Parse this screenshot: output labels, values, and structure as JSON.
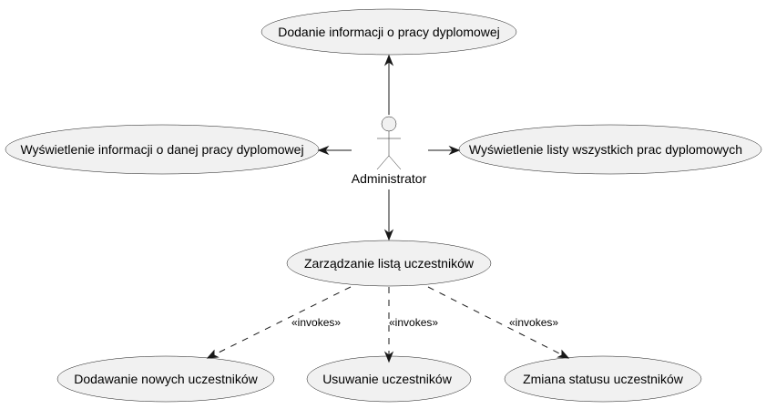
{
  "diagram": {
    "actor": {
      "label": "Administrator"
    },
    "use_cases": {
      "add_info": "Dodanie informacji o pracy dyplomowej",
      "show_info": "Wyświetlenie informacji o danej pracy dyplomowej",
      "show_list": "Wyświetlenie listy wszystkich prac dyplomowych",
      "manage": "Zarządzanie listą uczestników",
      "add_participants": "Dodawanie nowych uczestników",
      "remove_participants": "Usuwanie uczestników",
      "change_status": "Zmiana statusu uczestników"
    },
    "relations": {
      "invokes_1": "«invokes»",
      "invokes_2": "«invokes»",
      "invokes_3": "«invokes»"
    }
  }
}
